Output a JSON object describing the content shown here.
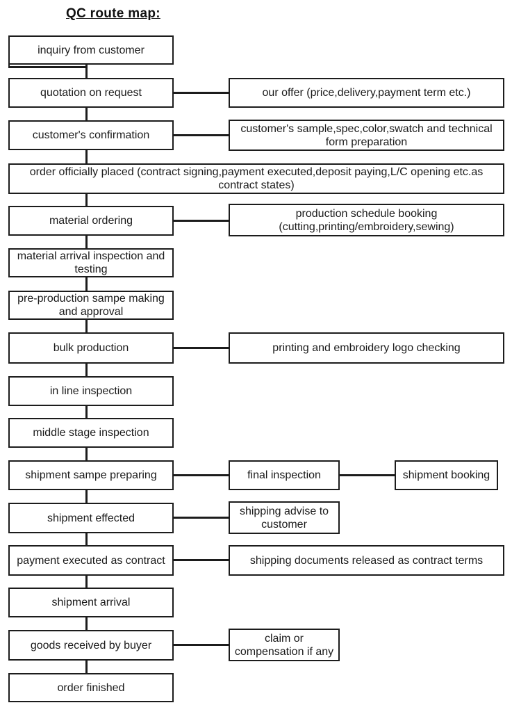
{
  "title": "QC route map:",
  "colors": {
    "ink": "#1c1c1c",
    "background": "#ffffff"
  },
  "nodes": {
    "main": [
      {
        "label": "inquiry from customer"
      },
      {
        "label": "quotation on request"
      },
      {
        "label": "customer's confirmation"
      },
      {
        "label": "order officially placed (contract signing,payment executed,deposit paying,L/C opening etc.as\ncontract states)"
      },
      {
        "label": "material ordering"
      },
      {
        "label": "material arrival inspection and\ntesting"
      },
      {
        "label": "pre-production sampe making\nand approval"
      },
      {
        "label": "bulk production"
      },
      {
        "label": "in line inspection"
      },
      {
        "label": "middle stage inspection"
      },
      {
        "label": "shipment sampe preparing"
      },
      {
        "label": "shipment effected"
      },
      {
        "label": "payment executed as contract"
      },
      {
        "label": "shipment arrival"
      },
      {
        "label": "goods received by buyer"
      },
      {
        "label": "order finished"
      }
    ],
    "side": [
      {
        "label": "our offer (price,delivery,payment term etc.)"
      },
      {
        "label": "customer's sample,spec,color,swatch and technical\nform preparation"
      },
      {
        "label": "production schedule booking\n(cutting,printing/embroidery,sewing)"
      },
      {
        "label": "printing and embroidery logo checking"
      },
      {
        "label": "final inspection"
      },
      {
        "label": "shipment booking"
      },
      {
        "label": "shipping advise to\ncustomer"
      },
      {
        "label": "shipping documents released as contract terms"
      },
      {
        "label": "claim or\ncompensation if any"
      }
    ]
  }
}
